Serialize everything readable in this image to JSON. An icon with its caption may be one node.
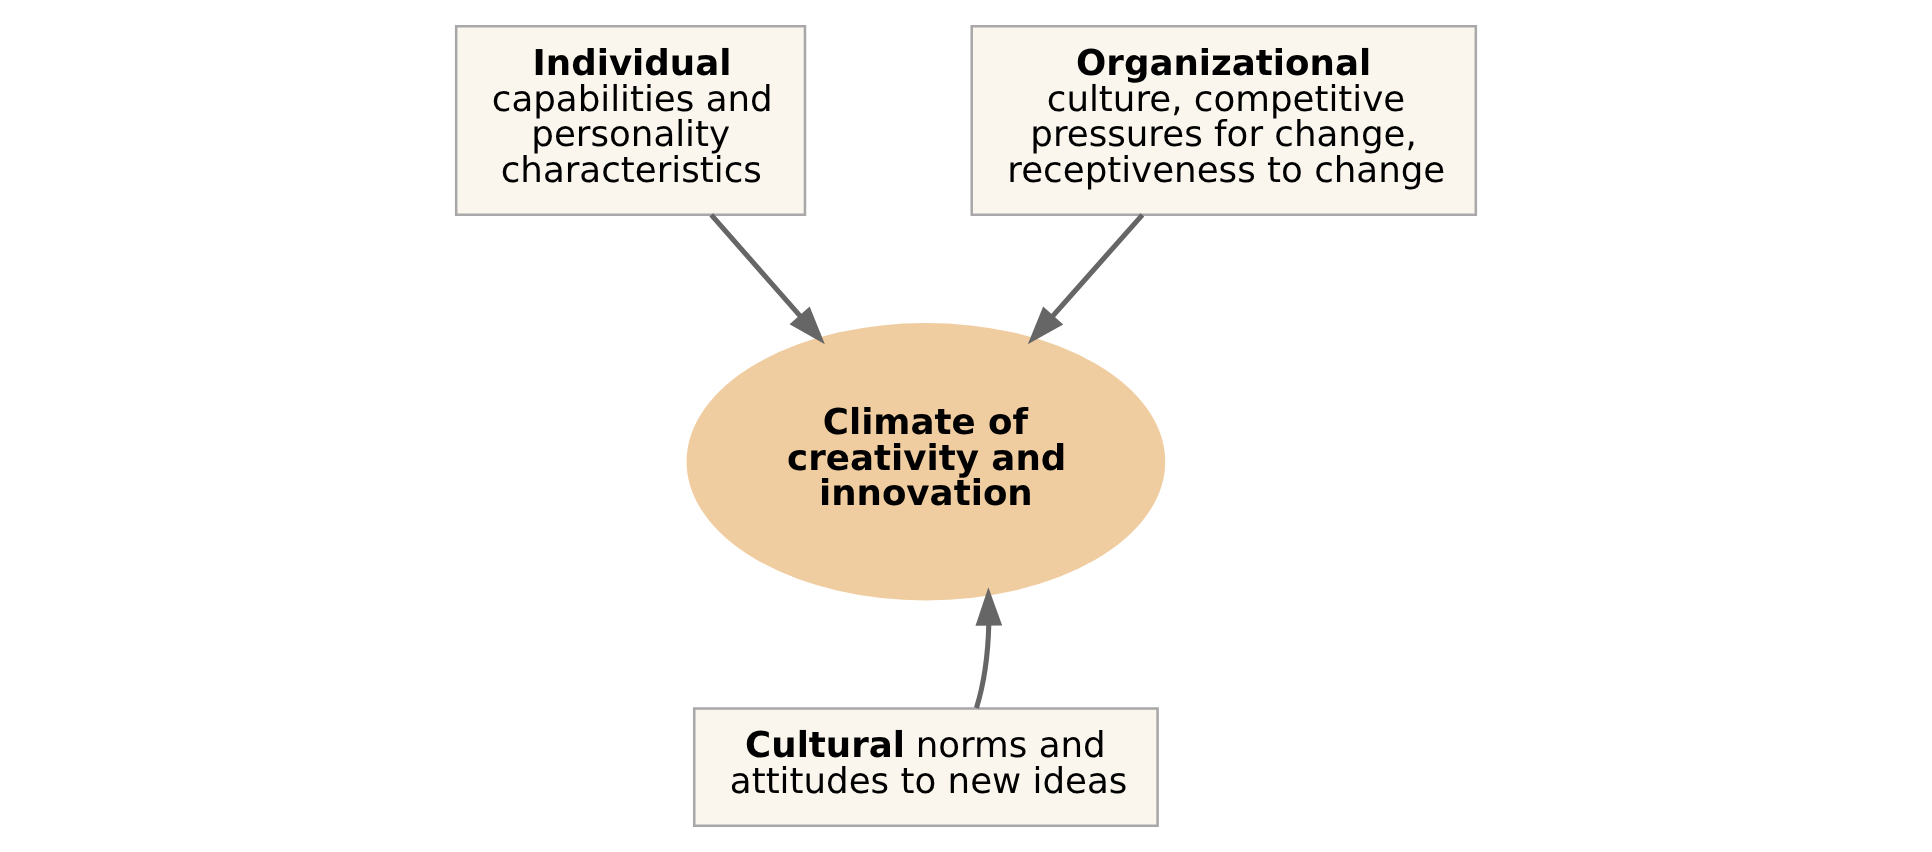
{
  "diagram": {
    "nodes": [
      {
        "text": [
          "Individual",
          "capabilities and personality characteristics"
        ]
      },
      {
        "text": [
          "Organizational",
          "culture, competitive pressures for change, receptiveness to change"
        ]
      },
      {
        "text": [
          "Climate of creativity and innovation"
        ]
      },
      {
        "text": [
          "**Cultural** norms and attitudes to new ideas"
        ]
      }
    ],
    "edges": [
      {
        "from": 0,
        "to": 2,
        "arrow": "to",
        "color": "#666666"
      },
      {
        "from": 1,
        "to": 2,
        "arrow": "to",
        "color": "#666666"
      },
      {
        "from": 3,
        "to": 2,
        "arrow": "to",
        "color": "#666666"
      }
    ]
  }
}
